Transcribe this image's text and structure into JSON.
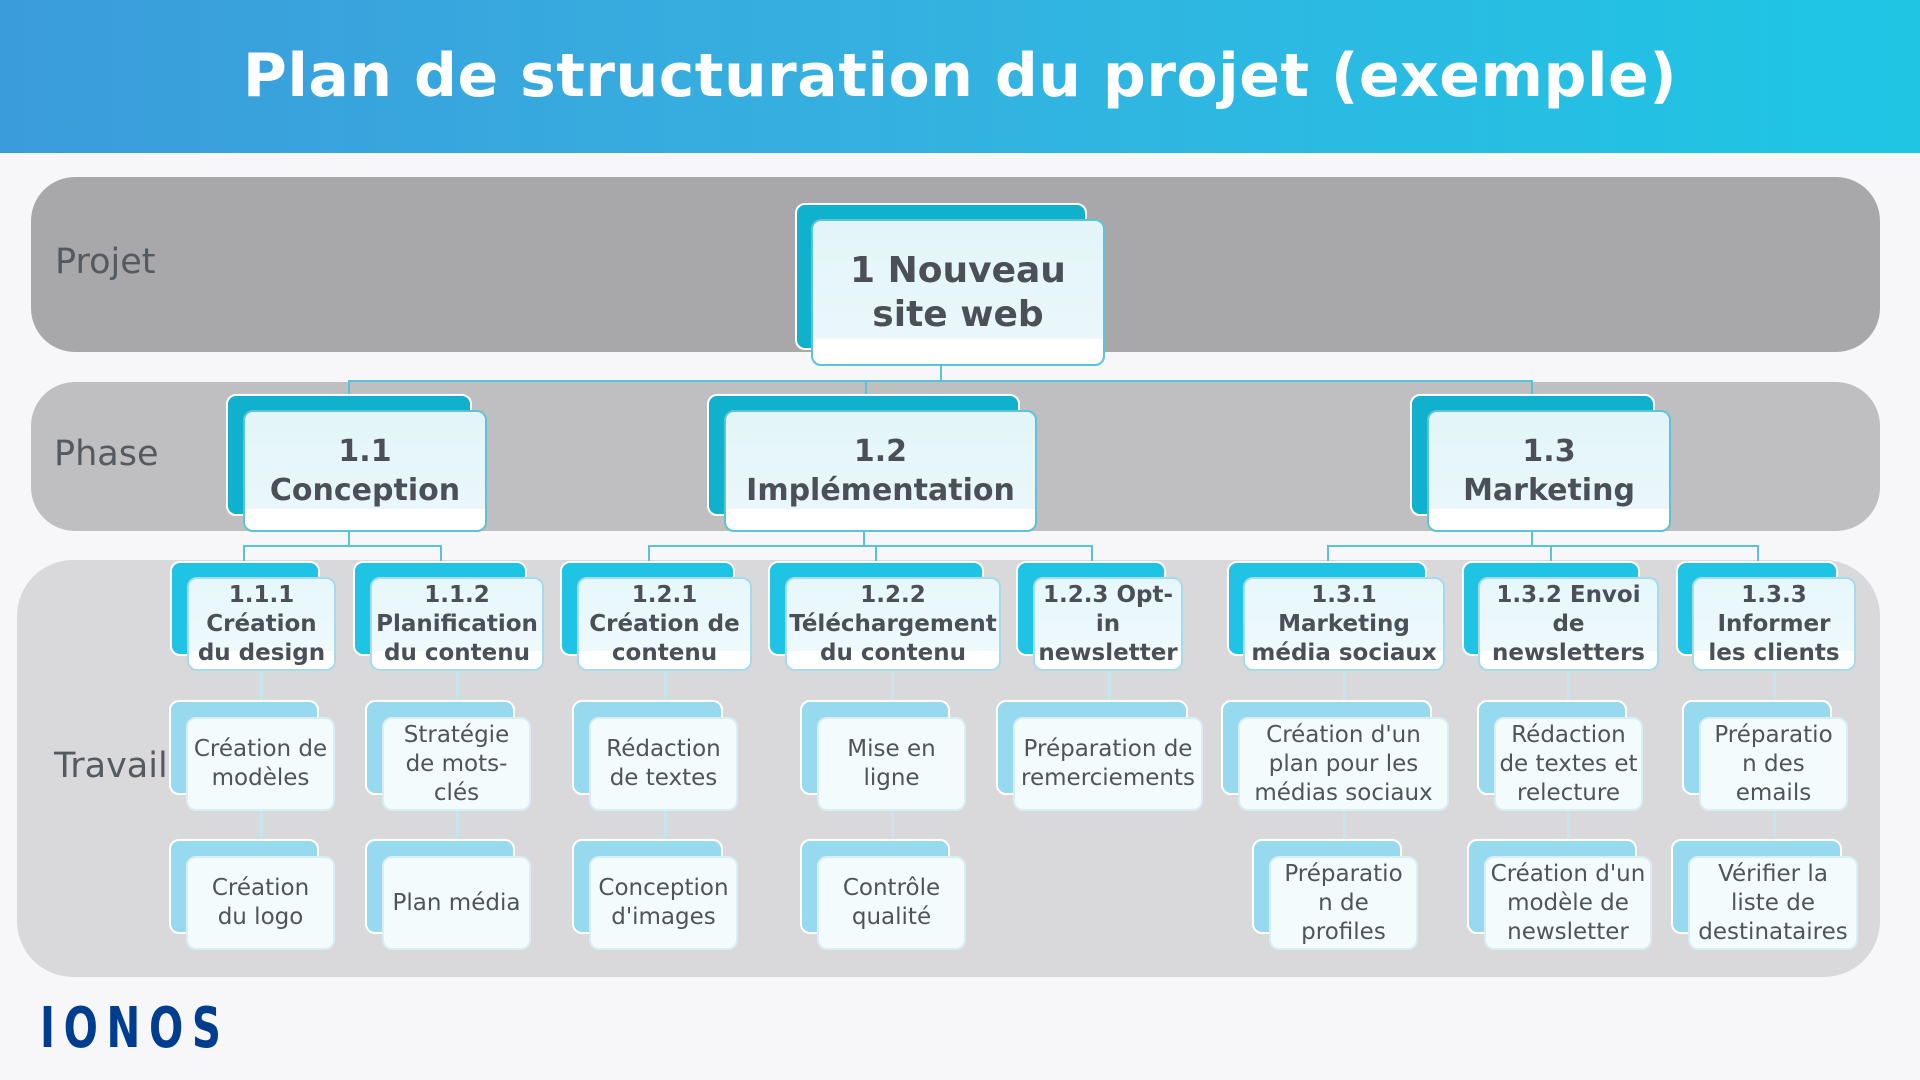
{
  "header": {
    "title": "Plan de structuration du projet (exemple)"
  },
  "levels": {
    "project": "Projet",
    "phase": "Phase",
    "work": "Travail"
  },
  "colors": {
    "header_start": "#3b9cdb",
    "header_end": "#1ec6e4",
    "card_dark": "#10b1cc",
    "card_mid": "#1fc3e3",
    "card_light": "#97d9ef",
    "logo": "#003d8f",
    "text": "#4b5058"
  },
  "project": {
    "id": "1",
    "label": "1 Nouveau site web"
  },
  "phases": [
    {
      "id": "1.1",
      "label": "1.1 Conception",
      "packages": [
        {
          "id": "1.1.1",
          "label": "1.1.1 Création du design",
          "tasks": [
            "Création de modèles",
            "Création du logo"
          ]
        },
        {
          "id": "1.1.2",
          "label": "1.1.2 Planification du contenu",
          "tasks": [
            "Stratégie de mots-clés",
            "Plan média"
          ]
        }
      ]
    },
    {
      "id": "1.2",
      "label": "1.2 Implémentation",
      "packages": [
        {
          "id": "1.2.1",
          "label": "1.2.1 Création de contenu",
          "tasks": [
            "Rédaction de textes",
            "Conception d'images"
          ]
        },
        {
          "id": "1.2.2",
          "label": "1.2.2 Téléchargement du contenu",
          "tasks": [
            "Mise en ligne",
            "Contrôle qualité"
          ]
        },
        {
          "id": "1.2.3",
          "label": "1.2.3 Opt-in newsletter",
          "tasks": [
            "Préparation de remerciements"
          ]
        }
      ]
    },
    {
      "id": "1.3",
      "label": "1.3 Marketing",
      "packages": [
        {
          "id": "1.3.1",
          "label": "1.3.1 Marketing média sociaux",
          "tasks": [
            "Création d'un plan pour les médias sociaux",
            "Préparation de profiles"
          ]
        },
        {
          "id": "1.3.2",
          "label": "1.3.2 Envoi de newsletters",
          "tasks": [
            "Rédaction de textes et relecture",
            "Création d'un modèle de newsletter"
          ]
        },
        {
          "id": "1.3.3",
          "label": "1.3.3 Informer les clients",
          "tasks": [
            "Préparation des emails",
            "Vérifier la liste de destinataires"
          ]
        }
      ]
    }
  ],
  "display": {
    "project": [
      "1 Nouveau",
      "site web"
    ],
    "phases": [
      [
        "1.1",
        "Conception"
      ],
      [
        "1.2",
        "Implémentation"
      ],
      [
        "1.3",
        "Marketing"
      ]
    ],
    "packages": [
      [
        "1.1.1",
        "Création",
        "du design"
      ],
      [
        "1.1.2",
        "Planification",
        "du contenu"
      ],
      [
        "1.2.1",
        "Création de",
        "contenu"
      ],
      [
        "1.2.2",
        "Téléchargement",
        "du contenu"
      ],
      [
        "1.2.3 Opt-",
        "in",
        "newsletter"
      ],
      [
        "1.3.1",
        "Marketing",
        "média sociaux"
      ],
      [
        "1.3.2 Envoi",
        "de",
        "newsletters"
      ],
      [
        "1.3.3",
        "Informer",
        "les clients"
      ]
    ],
    "tasks": [
      [
        "Création de",
        "modèles"
      ],
      [
        "Création",
        "du logo"
      ],
      [
        "Stratégie",
        "de mots-",
        "clés"
      ],
      [
        "Plan média"
      ],
      [
        "Rédaction",
        "de textes"
      ],
      [
        "Conception",
        "d'images"
      ],
      [
        "Mise en",
        "ligne"
      ],
      [
        "Contrôle",
        "qualité"
      ],
      [
        "Préparation de",
        "remerciements"
      ],
      [
        "Création d'un",
        "plan pour les",
        "médias sociaux"
      ],
      [
        "Préparatio",
        "n de",
        "profiles"
      ],
      [
        "Rédaction",
        "de textes et",
        "relecture"
      ],
      [
        "Création d'un",
        "modèle de",
        "newsletter"
      ],
      [
        "Préparatio",
        "n des",
        "emails"
      ],
      [
        "Vérifier la",
        "liste de",
        "destinataires"
      ]
    ]
  },
  "logo": {
    "text": "IONOS"
  }
}
